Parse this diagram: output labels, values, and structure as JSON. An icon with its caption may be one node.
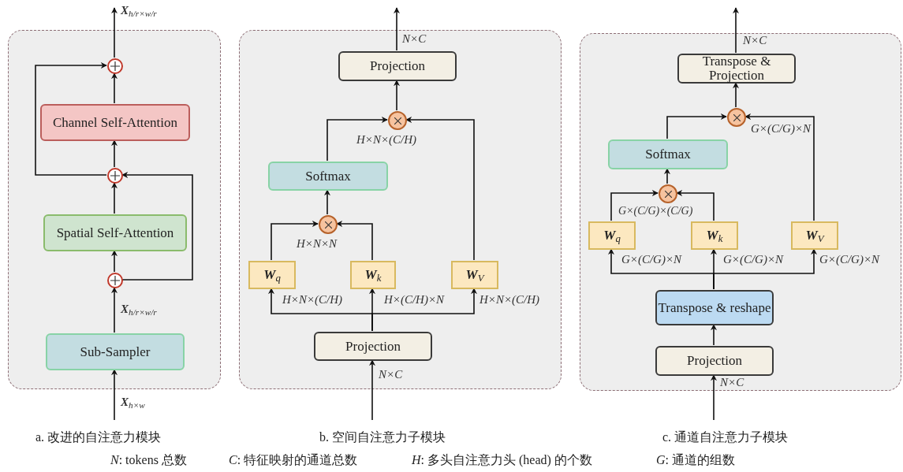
{
  "diagram": {
    "nodes": [
      {
        "text": [],
        "shape": "box"
      },
      {
        "text": [],
        "shape": "circle",
        "in": 0
      },
      {
        "text": [
          "Channel Self-Attention"
        ],
        "in": 0
      },
      {
        "text": [],
        "shape": "circle",
        "in": 0
      },
      {
        "text": [
          "Spatial Self-Attention"
        ],
        "in": 0
      },
      {
        "text": [],
        "shape": "circle",
        "in": 0
      },
      {
        "text": [
          "Sub-Sampler"
        ],
        "in": 0
      },
      {
        "text": [],
        "shape": "box"
      },
      {
        "text": [
          "Projection"
        ],
        "in": 7
      },
      {
        "text": [],
        "shape": "circle",
        "in": 7
      },
      {
        "text": [
          "Softmax"
        ],
        "in": 7
      },
      {
        "text": [],
        "shape": "circle",
        "in": 7
      },
      {
        "text": [
          "**W**$_{q}$"
        ],
        "in": 7
      },
      {
        "text": [
          "**W**$_{k}$"
        ],
        "in": 7
      },
      {
        "text": [
          "**W**$_{V}$"
        ],
        "in": 7
      },
      {
        "text": [
          "Projection"
        ],
        "in": 7
      },
      {
        "text": [],
        "shape": "box"
      },
      {
        "text": [
          "Transpose & Projection"
        ],
        "in": 16
      },
      {
        "text": [],
        "shape": "circle",
        "in": 16
      },
      {
        "text": [
          "Softmax"
        ],
        "in": 16
      },
      {
        "text": [],
        "shape": "circle",
        "in": 16
      },
      {
        "text": [
          "**W**$_{q}$"
        ],
        "in": 16
      },
      {
        "text": [
          "**W**$_{k}$"
        ],
        "in": 16
      },
      {
        "text": [
          "**W**$_{V}$"
        ],
        "in": 16
      },
      {
        "text": [
          "Transpose & reshape"
        ],
        "in": 16
      },
      {
        "text": [
          "Projection"
        ],
        "in": 16
      }
    ],
    "edges": [
      {
        "from": null,
        "to": 6,
        "arrow": "to",
        "label": "**X**$_{h×w}$"
      },
      {
        "from": 6,
        "to": 5,
        "arrow": "to",
        "label": "**X**$_{h/r×w/r}$"
      },
      {
        "from": 5,
        "to": 4,
        "arrow": "to"
      },
      {
        "from": 4,
        "to": 3,
        "arrow": "to"
      },
      {
        "from": 5,
        "to": 3,
        "arrow": "to"
      },
      {
        "from": 3,
        "to": 2,
        "arrow": "to"
      },
      {
        "from": 2,
        "to": 1,
        "arrow": "to"
      },
      {
        "from": 3,
        "to": 1,
        "arrow": "to"
      },
      {
        "from": 1,
        "to": null,
        "arrow": "to",
        "label": "**X**$_{h/r×w/r}$"
      },
      {
        "from": null,
        "to": 15,
        "arrow": "to",
        "label": "N×C"
      },
      {
        "from": 15,
        "to": 12,
        "arrow": "to",
        "label": "H×N×(C/H)"
      },
      {
        "from": 15,
        "to": 13,
        "arrow": "to",
        "label": "H×(C/H)×N"
      },
      {
        "from": 15,
        "to": 14,
        "arrow": "to",
        "label": "H×N×(C/H)"
      },
      {
        "from": 12,
        "to": 11,
        "arrow": "to"
      },
      {
        "from": 13,
        "to": 11,
        "arrow": "to"
      },
      {
        "from": 11,
        "to": 10,
        "arrow": "to"
      },
      {
        "from": 10,
        "to": 9,
        "arrow": "to"
      },
      {
        "from": 14,
        "to": 9,
        "arrow": "to"
      },
      {
        "from": 9,
        "to": 8,
        "arrow": "to"
      },
      {
        "from": 8,
        "to": null,
        "arrow": "to",
        "label": "N×C"
      },
      {
        "from": null,
        "to": 25,
        "arrow": "to",
        "label": "N×C"
      },
      {
        "from": 25,
        "to": 24,
        "arrow": "to"
      },
      {
        "from": 24,
        "to": 21,
        "arrow": "to",
        "label": "G×(C/G)×N"
      },
      {
        "from": 24,
        "to": 22,
        "arrow": "to",
        "label": "G×(C/G)×N"
      },
      {
        "from": 24,
        "to": 23,
        "arrow": "to",
        "label": "G×(C/G)×N"
      },
      {
        "from": 21,
        "to": 20,
        "arrow": "to"
      },
      {
        "from": 22,
        "to": 20,
        "arrow": "to"
      },
      {
        "from": 20,
        "to": 19,
        "arrow": "to"
      },
      {
        "from": 19,
        "to": 18,
        "arrow": "to"
      },
      {
        "from": 23,
        "to": 18,
        "arrow": "to"
      },
      {
        "from": 18,
        "to": 17,
        "arrow": "to"
      },
      {
        "from": 17,
        "to": null,
        "arrow": "to",
        "label": "N×C"
      }
    ],
    "labels": [
      "H×N×N",
      "H×N×(C/H)",
      "G×(C/G)×(C/G)",
      "G×(C/G)×N",
      "a. 改进的自注意力模块",
      "b. 空间自注意力子模块",
      "c. 通道自注意力子模块",
      "*N*: tokens 总数",
      "*C*: 特征映射的通道总数",
      "*H*: 多头自注意力头 (head) 的个数",
      "*G*: 通道的组数"
    ]
  }
}
